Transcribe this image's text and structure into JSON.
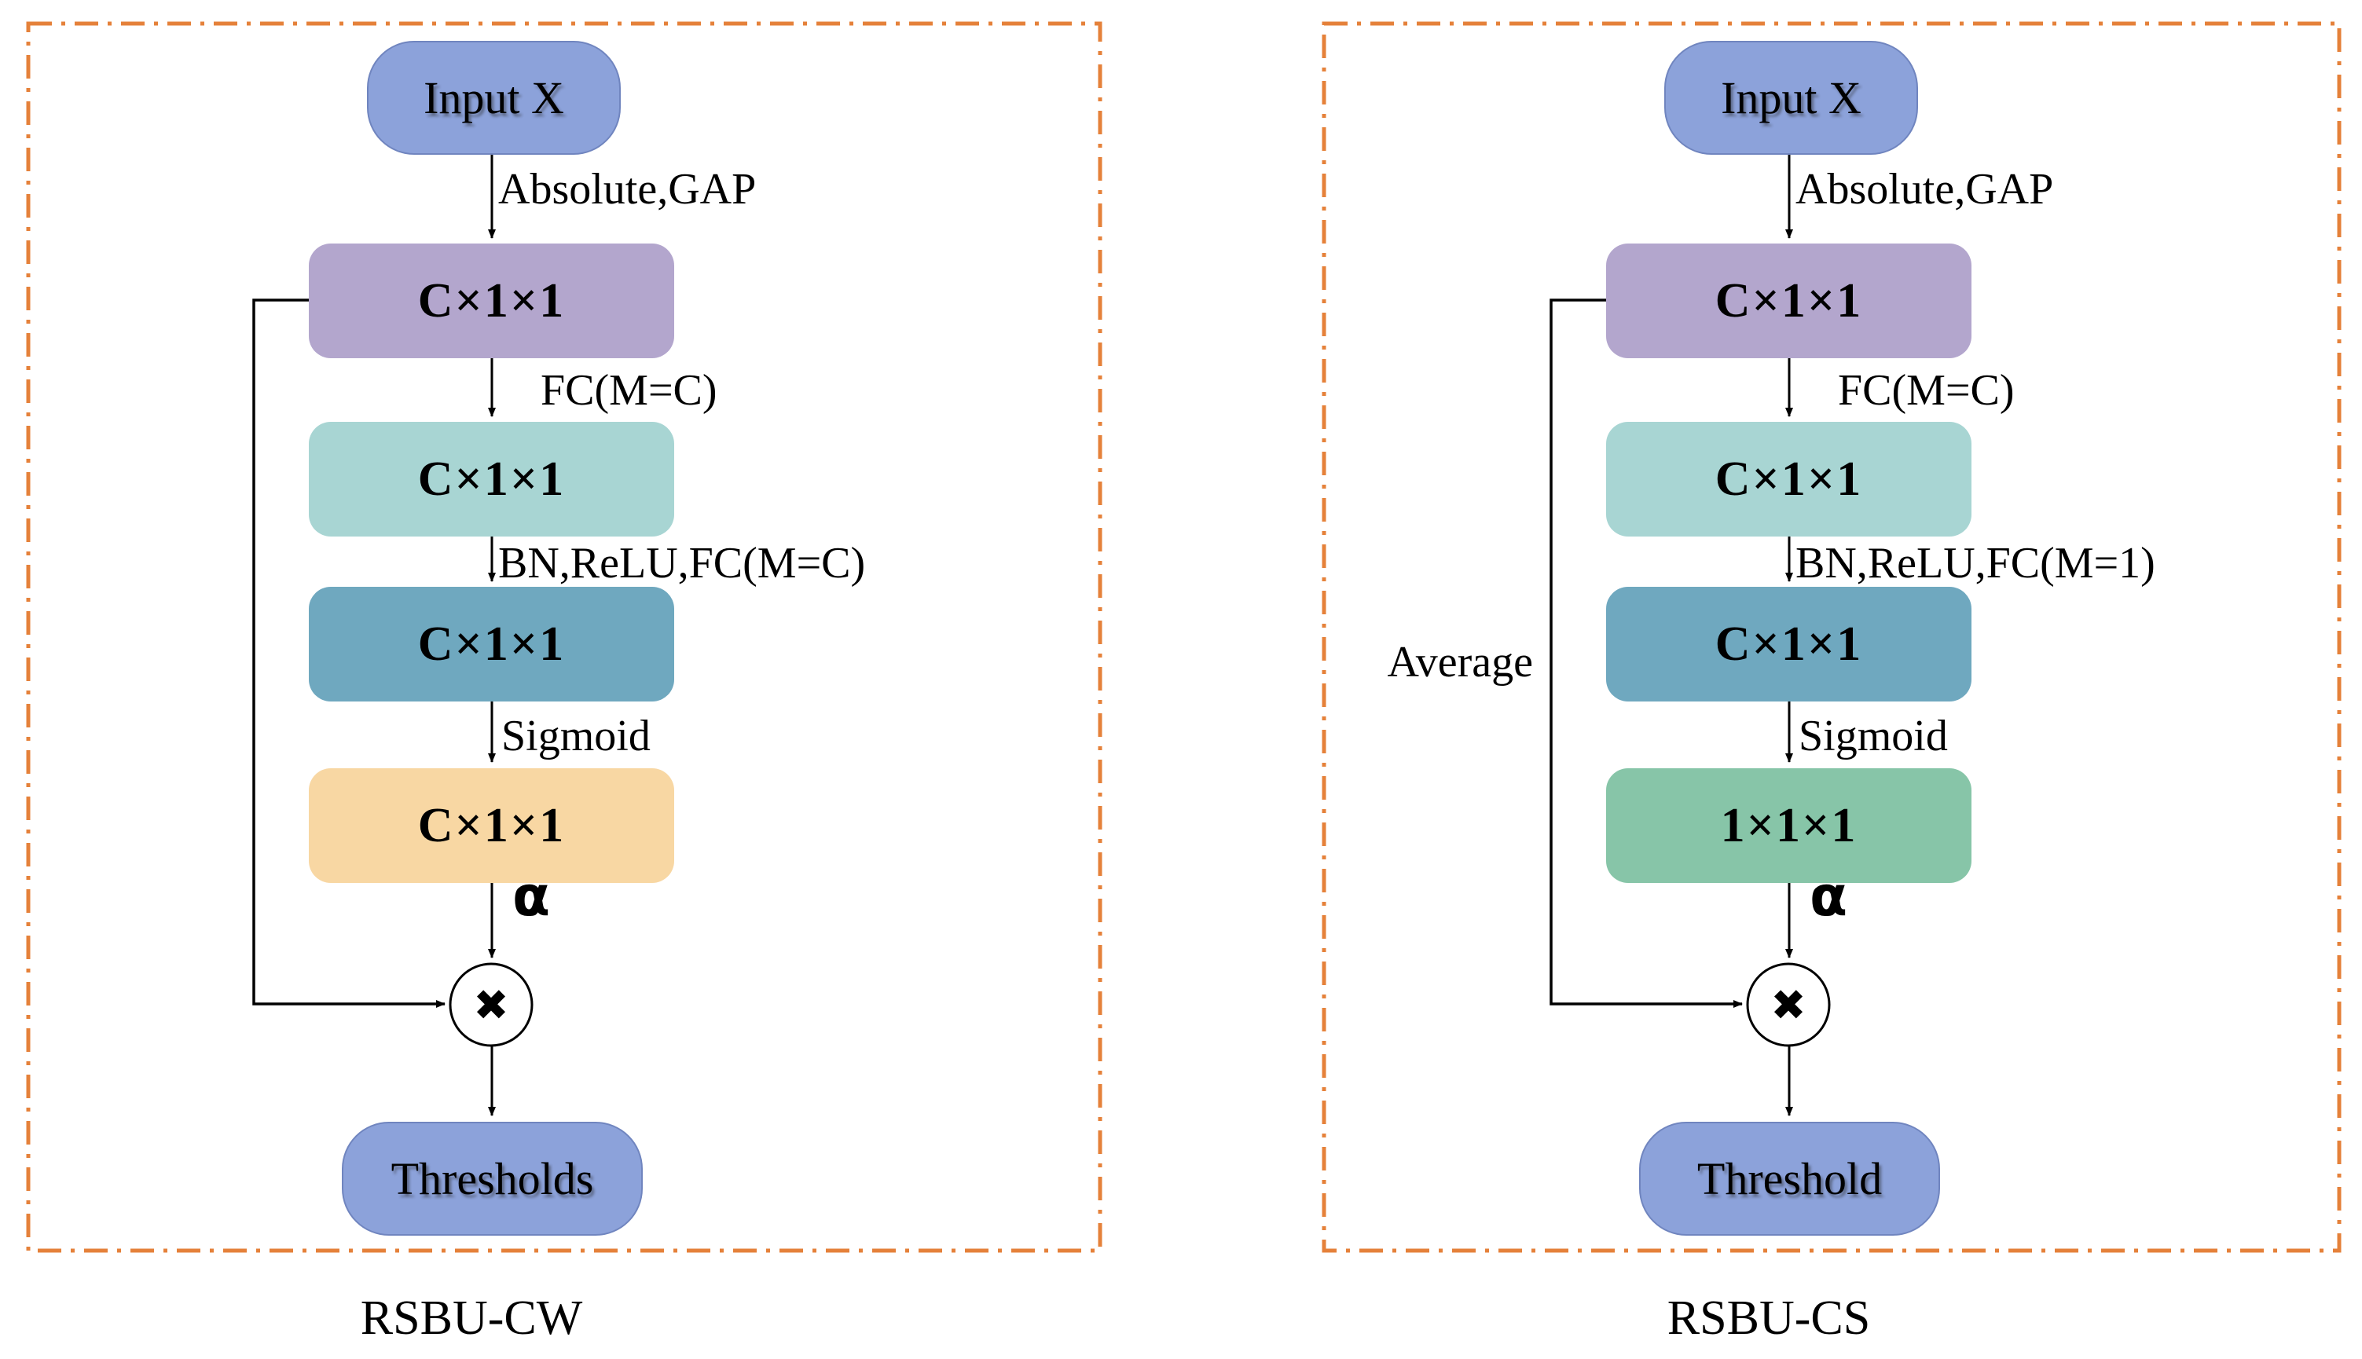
{
  "figure": {
    "colors": {
      "terminator_fill": "#8CA2DA",
      "dashed_border": "#E5813A",
      "line": "#000000",
      "block_purple": "#B3A6CD",
      "block_light_teal": "#A8D5D3",
      "block_dark_teal": "#6FA8BF",
      "block_orange": "#F8D7A3",
      "block_green": "#87C5A8"
    },
    "panels": [
      {
        "title": "RSBU-CW",
        "input": "Input X",
        "output": "Thresholds",
        "multiply": "✖",
        "blocks": [
          {
            "label": "C×1×1",
            "color": "#B3A6CD"
          },
          {
            "label": "C×1×1",
            "color": "#A8D5D3"
          },
          {
            "label": "C×1×1",
            "color": "#6FA8BF"
          },
          {
            "label": "C×1×1",
            "color": "#F8D7A3"
          }
        ],
        "edges": {
          "after_input": "Absolute,GAP",
          "after_block1": "FC(M=C)",
          "after_block2": "BN,ReLU,FC(M=C)",
          "after_block3": "Sigmoid",
          "after_block4": "α"
        }
      },
      {
        "title": "RSBU-CS",
        "input": "Input X",
        "output": "Threshold",
        "multiply": "✖",
        "loop_label": "Average",
        "blocks": [
          {
            "label": "C×1×1",
            "color": "#B3A6CD"
          },
          {
            "label": "C×1×1",
            "color": "#A8D5D3"
          },
          {
            "label": "C×1×1",
            "color": "#6FA8BF"
          },
          {
            "label": "1×1×1",
            "color": "#87C5A8"
          }
        ],
        "edges": {
          "after_input": "Absolute,GAP",
          "after_block1": "FC(M=C)",
          "after_block2": "BN,ReLU,FC(M=1)",
          "after_block3": "Sigmoid",
          "after_block4": "α"
        }
      }
    ]
  }
}
